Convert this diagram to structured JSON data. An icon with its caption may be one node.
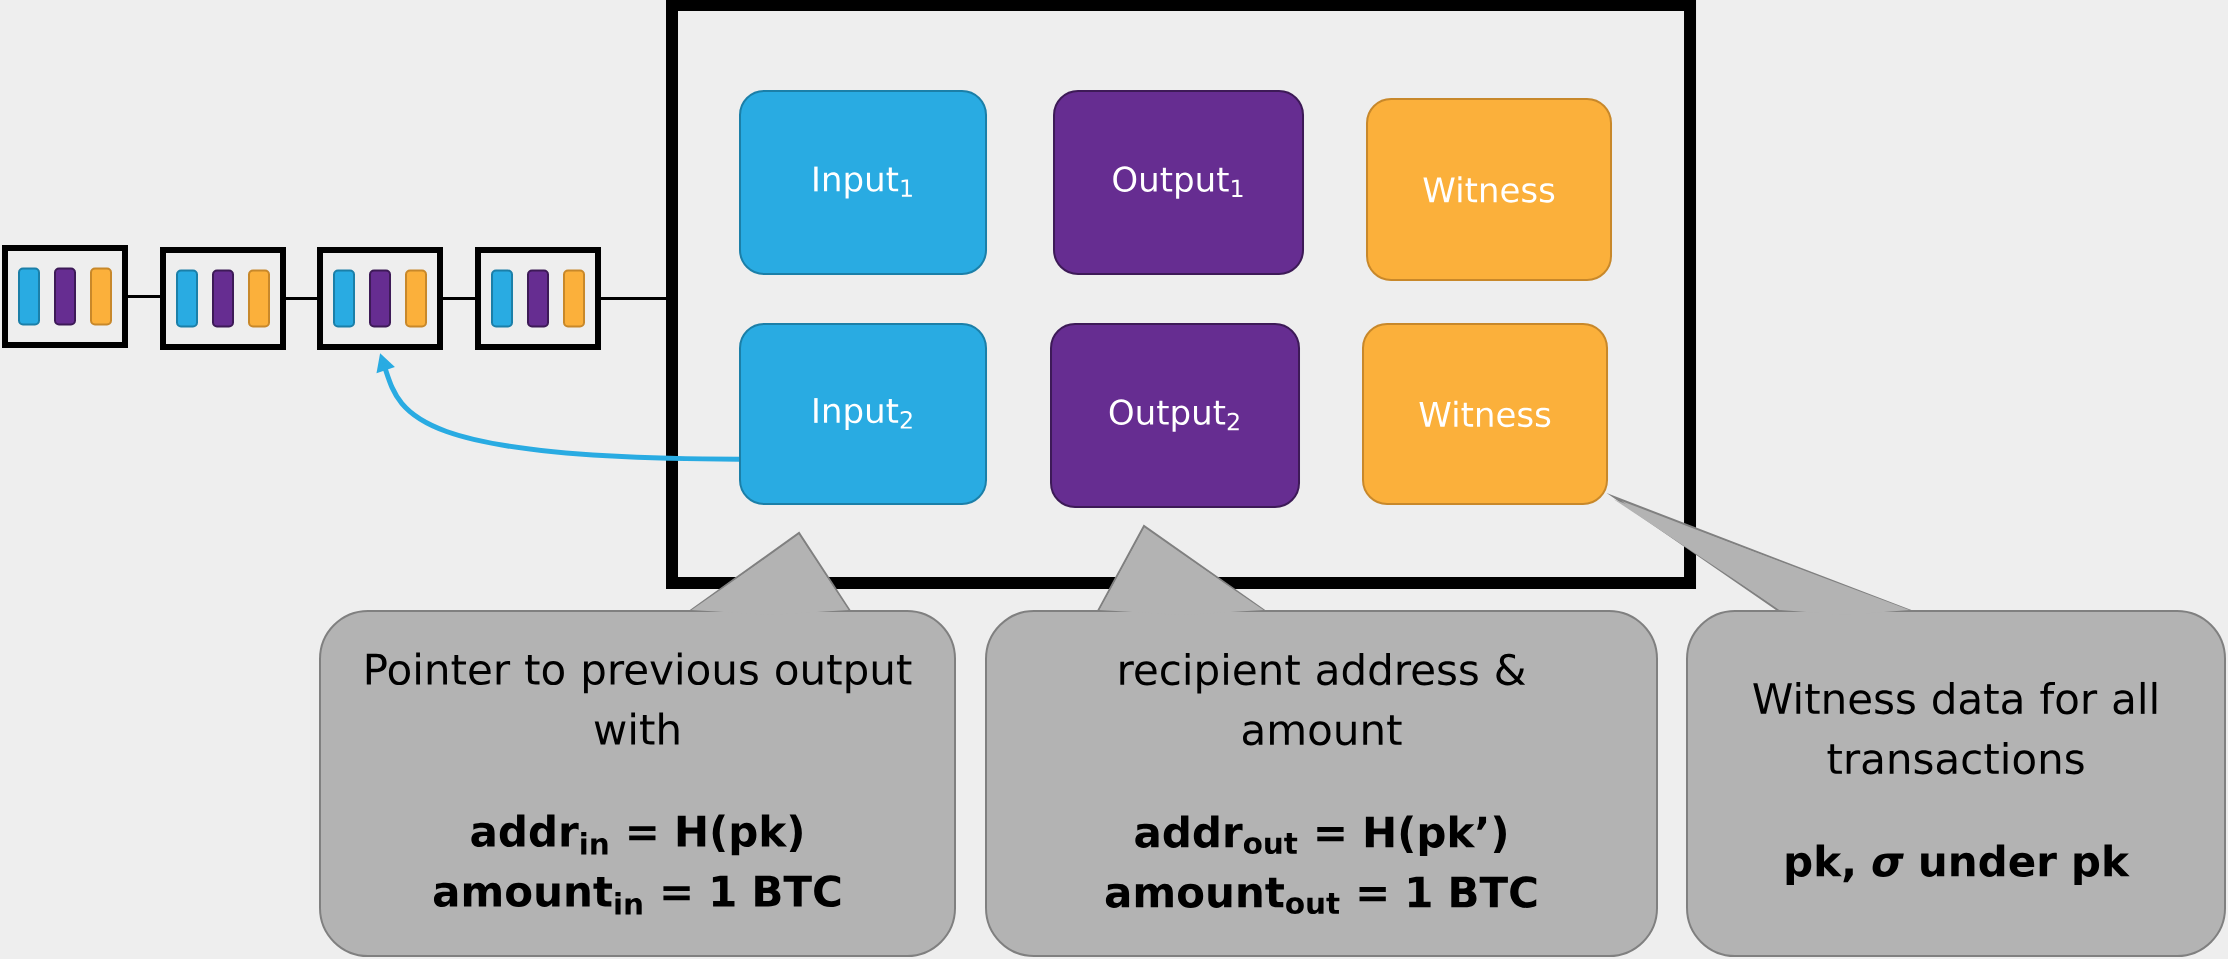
{
  "diagram": {
    "nodes": [
      {
        "text": [],
        "shape": "box"
      },
      {
        "text": [],
        "shape": "box"
      },
      {
        "text": [],
        "shape": "box"
      },
      {
        "text": [],
        "shape": "box"
      },
      {
        "text": [],
        "shape": "box"
      },
      {
        "text": [
          "Input$_{1}$"
        ],
        "in": 4
      },
      {
        "text": [
          "Output$_{1}$"
        ],
        "in": 4
      },
      {
        "text": [
          "Witness"
        ],
        "in": 4
      },
      {
        "text": [
          "Input$_{2}$"
        ],
        "in": 4
      },
      {
        "text": [
          "Output$_{2}$"
        ],
        "in": 4
      },
      {
        "text": [
          "Witness"
        ],
        "in": 4
      },
      {
        "text": [
          "Pointer to previous output with",
          "addr$_{in}$ = H(pk)",
          "amount$_{in}$ = 1 BTC"
        ]
      },
      {
        "text": [
          "recipient address & amount",
          "addr$_{out}$ = H(pk’)",
          "amount$_{out}$ = 1 BTC"
        ]
      },
      {
        "text": [
          "Witness data for all transactions",
          "pk, *σ* under pk"
        ]
      }
    ],
    "edges": [
      {
        "from": 0,
        "to": 1,
        "arrow": "none"
      },
      {
        "from": 1,
        "to": 2,
        "arrow": "none"
      },
      {
        "from": 2,
        "to": 3,
        "arrow": "none"
      },
      {
        "from": 3,
        "to": 4,
        "arrow": "none"
      },
      {
        "from": 8,
        "to": 2,
        "arrow": "to",
        "color": "#29abe2"
      }
    ]
  }
}
